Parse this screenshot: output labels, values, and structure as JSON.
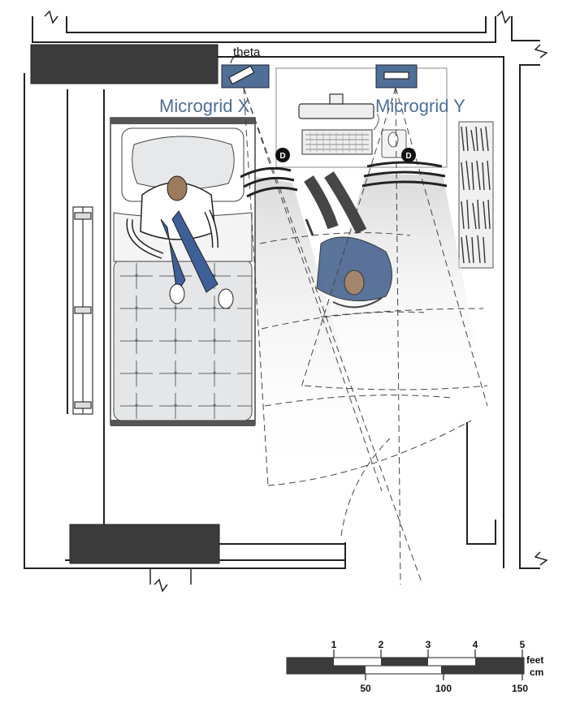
{
  "labels": {
    "theta": "theta",
    "microgrid_x": "Microgrid X",
    "microgrid_y": "Microgrid Y",
    "sensor_mark": "D"
  },
  "scale_bar": {
    "feet_unit": "feet",
    "cm_unit": "cm",
    "feet_ticks": [
      "1",
      "2",
      "3",
      "4",
      "5"
    ],
    "cm_ticks": [
      "50",
      "100",
      "150"
    ]
  },
  "colors": {
    "sensor_panel": "#4f6f96",
    "wall_dark": "#3b3b3b",
    "person_standing_shirt": "#4a6590",
    "person_lying_jeans": "#3e5f98",
    "skin": "#9b7a5e"
  }
}
